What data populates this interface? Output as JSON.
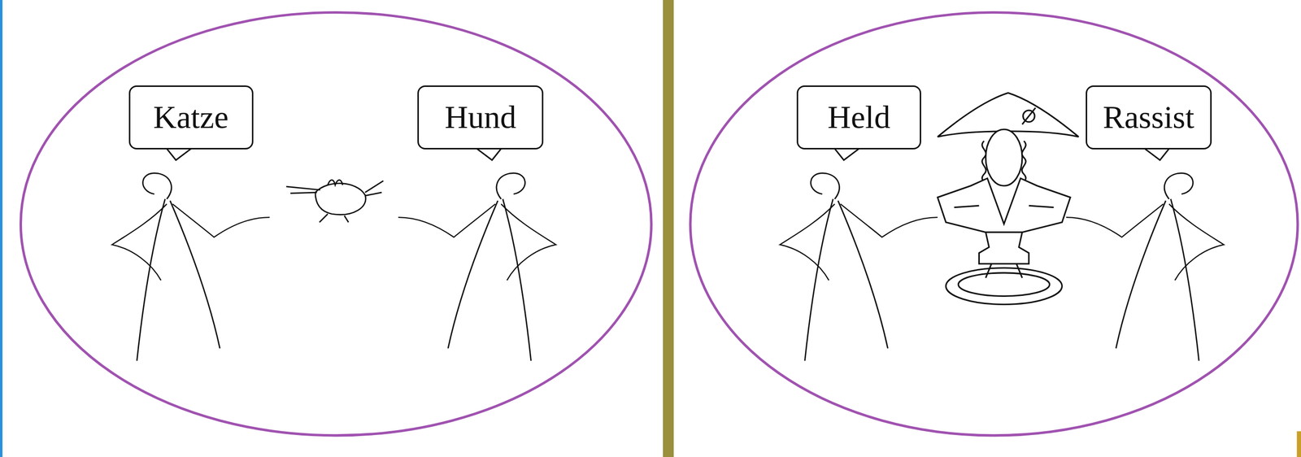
{
  "diagram": {
    "nodes": [
      {
        "text": [
          "Katze"
        ]
      },
      {
        "text": [
          "Hund"
        ]
      },
      {
        "text": [
          "Held"
        ]
      },
      {
        "text": [
          "Rassist"
        ]
      }
    ]
  }
}
